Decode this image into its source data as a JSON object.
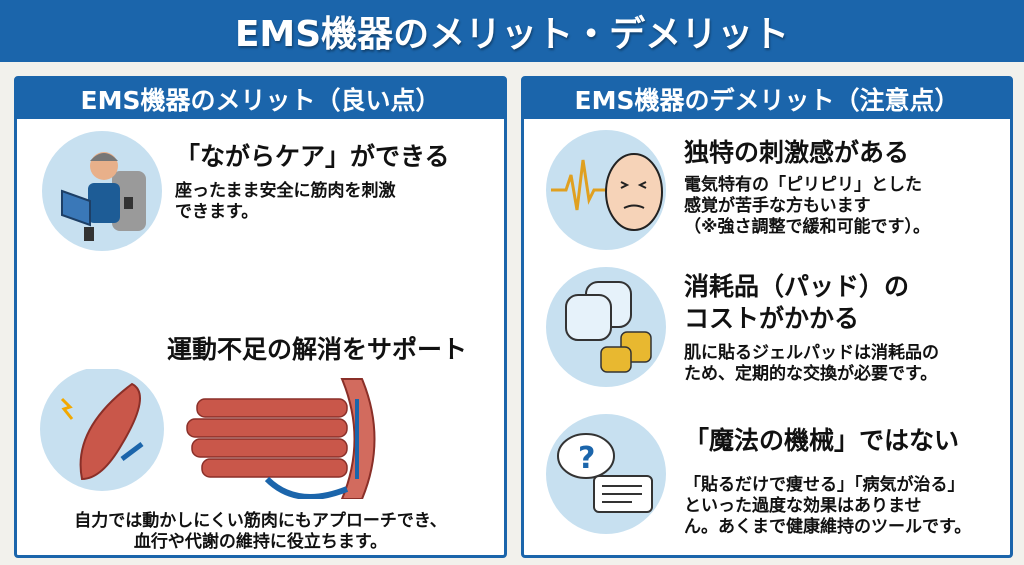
{
  "title": "EMS機器のメリット・デメリット",
  "merits": {
    "header": "EMS機器のメリット（良い点）",
    "items": [
      {
        "title": "「ながらケア」ができる",
        "desc": [
          "座ったまま安全に筋肉を刺激",
          "できます。"
        ],
        "icon": "man-reading-with-ems-icon"
      },
      {
        "title": "運動不足の解消をサポート",
        "desc": [
          "自力では動かしにくい筋肉にもアプローチでき、",
          "血行や代謝の維持に役立ちます。"
        ],
        "icon": "muscle-fiber-icon"
      }
    ]
  },
  "demerits": {
    "header": "EMS機器のデメリット（注意点）",
    "items": [
      {
        "title": "独特の刺激感がある",
        "desc": [
          "電気特有の「ピリピリ」とした",
          "感覚が苦手な方もいます",
          "（※強さ調整で緩和可能です）。"
        ],
        "icon": "tingling-face-icon"
      },
      {
        "title": [
          "消耗品（パッド）の",
          "コストがかかる"
        ],
        "desc": [
          "肌に貼るジェルパッドは消耗品の",
          "ため、定期的な交換が必要です。"
        ],
        "icon": "gel-pads-coins-icon"
      },
      {
        "title": "「魔法の機械」ではない",
        "desc": [
          "「貼るだけで痩せる」「病気が治る」",
          "といった過度な効果はありませ",
          "ん。あくまで健康維持のツールです。"
        ],
        "icon": "question-speech-bubble-icon"
      }
    ]
  },
  "colors": {
    "primary": "#1b65ab",
    "background": "#f2f1ec",
    "icon_circle": "#c7e0f0"
  }
}
